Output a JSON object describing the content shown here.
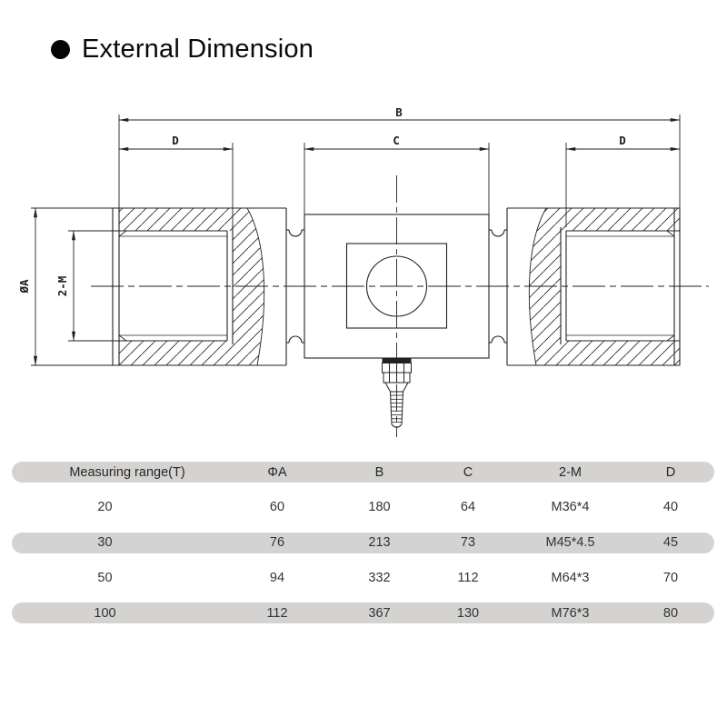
{
  "title": {
    "text": "External Dimension"
  },
  "drawing": {
    "labels": {
      "b": "B",
      "c": "C",
      "d_left": "D",
      "d_right": "D",
      "phi_a": "ØA",
      "two_m": "2-M"
    }
  },
  "table": {
    "headers": [
      "Measuring range(T)",
      "ΦA",
      "B",
      "C",
      "2-M",
      "D"
    ],
    "rows": [
      [
        "20",
        "60",
        "180",
        "64",
        "M36*4",
        "40"
      ],
      [
        "30",
        "76",
        "213",
        "73",
        "M45*4.5",
        "45"
      ],
      [
        "50",
        "94",
        "332",
        "112",
        "M64*3",
        "70"
      ],
      [
        "100",
        "112",
        "367",
        "130",
        "M76*3",
        "80"
      ]
    ]
  },
  "colors": {
    "line": "#222222",
    "pill": "#d5d3d1",
    "text": "#333333"
  }
}
